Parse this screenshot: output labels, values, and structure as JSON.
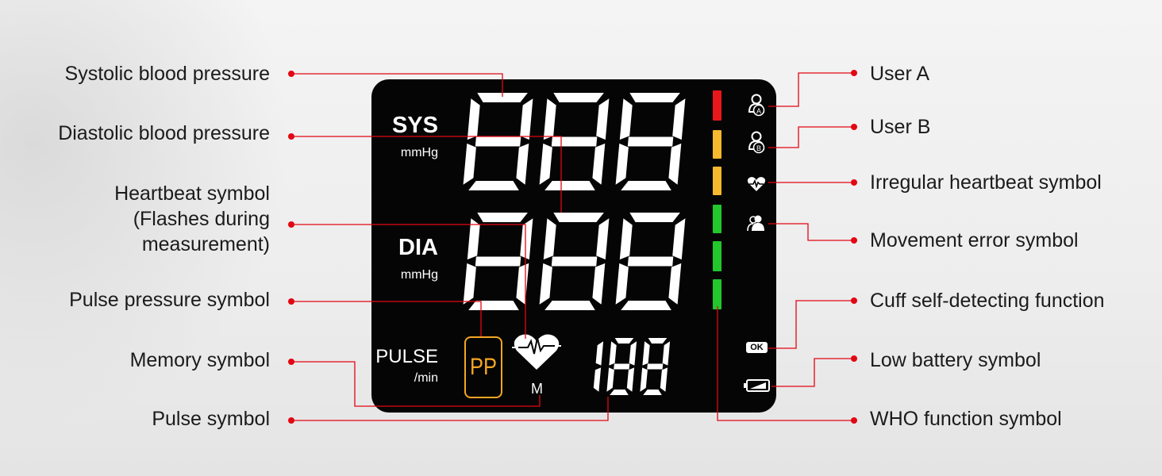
{
  "labels_left": {
    "systolic": "Systolic blood pressure",
    "diastolic": "Diastolic blood pressure",
    "heartbeat": "Heartbeat symbol\n(Flashes during\nmeasurement)",
    "pulse_pressure": "Pulse pressure symbol",
    "memory": "Memory symbol",
    "pulse": "Pulse symbol"
  },
  "labels_right": {
    "user_a": "User A",
    "user_b": "User B",
    "irregular": "Irregular heartbeat symbol",
    "movement": "Movement error symbol",
    "cuff": "Cuff self-detecting function",
    "battery": "Low battery symbol",
    "who": "WHO function symbol"
  },
  "display": {
    "sys_label": "SYS",
    "sys_unit": "mmHg",
    "dia_label": "DIA",
    "dia_unit": "mmHg",
    "pulse_label": "PULSE",
    "pulse_unit": "/min",
    "pp_text": "PP",
    "memory_text": "M",
    "ok_text": "OK",
    "user_a_letter": "A",
    "user_b_letter": "B",
    "sys_digits": "888",
    "dia_digits": "888",
    "pulse_digits": "188"
  },
  "colors": {
    "accent_red": "#e30613",
    "who_red": "#e8171b",
    "who_yellow": "#f5b82e",
    "who_green": "#22c72c",
    "pp_orange": "#f5a623"
  },
  "icons": [
    "user-a-icon",
    "user-b-icon",
    "irregular-heartbeat-icon",
    "movement-error-icon",
    "heartbeat-icon",
    "battery-icon"
  ]
}
